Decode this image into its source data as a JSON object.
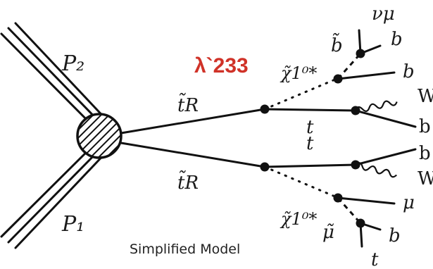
{
  "diagram": {
    "coupling": "λ`233",
    "caption": "Simplified Model",
    "incoming": {
      "upper": "P₂",
      "lower": "P₁"
    },
    "stop_upper": "t̃R",
    "stop_lower": "t̃R",
    "chi_upper": "χ̃1⁰*",
    "chi_lower": "χ̃1⁰*",
    "top_upper": "t",
    "top_lower": "t",
    "slepton_upper": "b̃",
    "slepton_lower": "μ̃",
    "outgoing_upper": {
      "nu": "νμ",
      "b1": "b",
      "b2": "b",
      "w": "W",
      "b3": "b"
    },
    "outgoing_lower": {
      "b1": "b",
      "w": "W",
      "mu": "μ",
      "b2": "b",
      "t": "t"
    }
  },
  "colors": {
    "coupling": "#d03228",
    "lines": "#111111"
  }
}
